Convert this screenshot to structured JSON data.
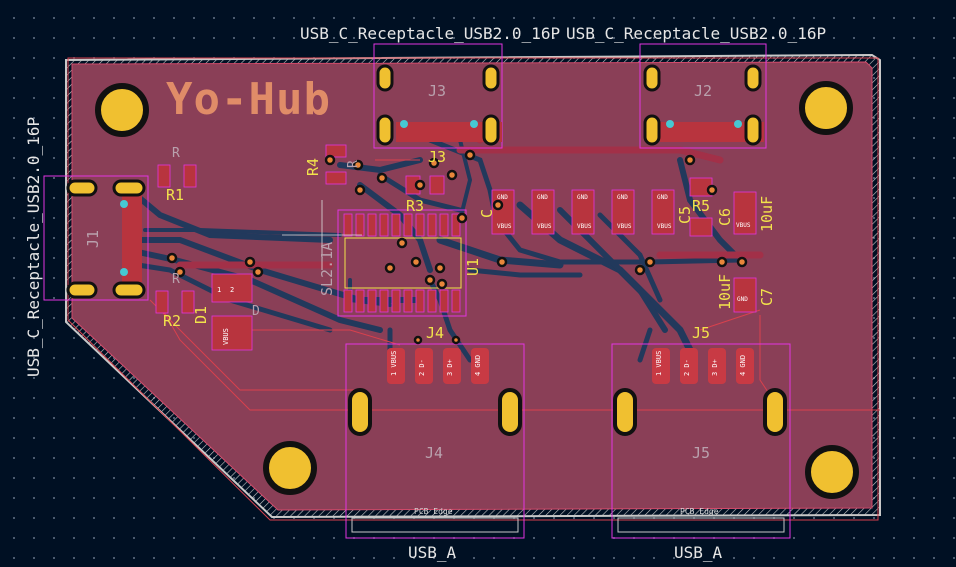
{
  "board": {
    "title": "Yo-Hub",
    "colors": {
      "background": "#001023",
      "copper_back": "#8a3f57",
      "edge_cuts": "#c8c8c8",
      "silkscreen": "#f2e34b",
      "courtyard": "#e234e2",
      "pad": "#d23c3c",
      "hole": "#f0c030",
      "via": "#46c8d2",
      "trace": "#22395c"
    }
  },
  "headers": {
    "j3_value": "USB_C_Receptacle_USB2.0_16P",
    "j2_value": "USB_C_Receptacle_USB2.0_16P",
    "j1_value": "USB_C_Receptacle_USB2.0_16P",
    "j4_value": "USB_A",
    "j5_value": "USB_A"
  },
  "refs": {
    "j1": "J1",
    "j2": "J2",
    "j3": "J3",
    "j3_silk": "J3",
    "j4": "J4",
    "j4_silk": "J4",
    "j5": "J5",
    "j5_silk": "J5",
    "r1": "R1",
    "r2": "R2",
    "r3": "R3",
    "r4": "R4",
    "r5": "R5",
    "r_small": "R",
    "r_small2": "R",
    "r_small3": "R",
    "d1": "D1",
    "d": "D",
    "u1": "U1",
    "u1_value": "SL2.1A",
    "c5": "C5",
    "c6": "C6",
    "c7": "C7",
    "c_gen": "C",
    "cap_10uf": "10uF",
    "cap_10uf_2": "10uF",
    "vbus": "VBUS",
    "gnd": "GND"
  },
  "usb_a_pins": {
    "labels": [
      "VBUS",
      "D-",
      "D+",
      "GND"
    ],
    "numbers": [
      "1",
      "2",
      "3",
      "4"
    ],
    "edge": "PCB Edge"
  }
}
